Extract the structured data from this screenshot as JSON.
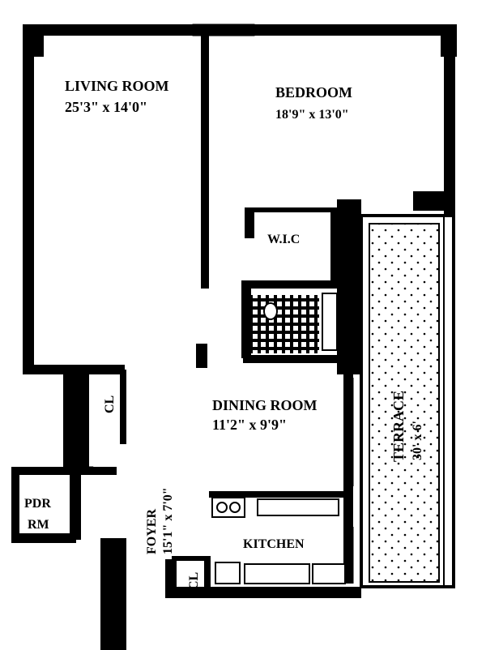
{
  "rooms": {
    "living_room": {
      "name": "LIVING ROOM",
      "size": "25'3\" x 14'0\""
    },
    "bedroom": {
      "name": "BEDROOM",
      "size": "18'9\" x 13'0\""
    },
    "wic": {
      "name": "W.I.C"
    },
    "dining_room": {
      "name": "DINING ROOM",
      "size": "11'2\"  x  9'9\""
    },
    "terrace": {
      "name": "TERRACE",
      "size": "30' x 6'"
    },
    "closet_upper": {
      "name": "CL"
    },
    "closet_foyer": {
      "name": "CL"
    },
    "closet_kitchen": {
      "name": "CL"
    },
    "powder_room": {
      "name_line1": "PDR",
      "name_line2": "RM"
    },
    "foyer": {
      "name": "FOYER",
      "size": "15'1\" x 7'0\""
    },
    "kitchen": {
      "name": "KITCHEN"
    }
  }
}
